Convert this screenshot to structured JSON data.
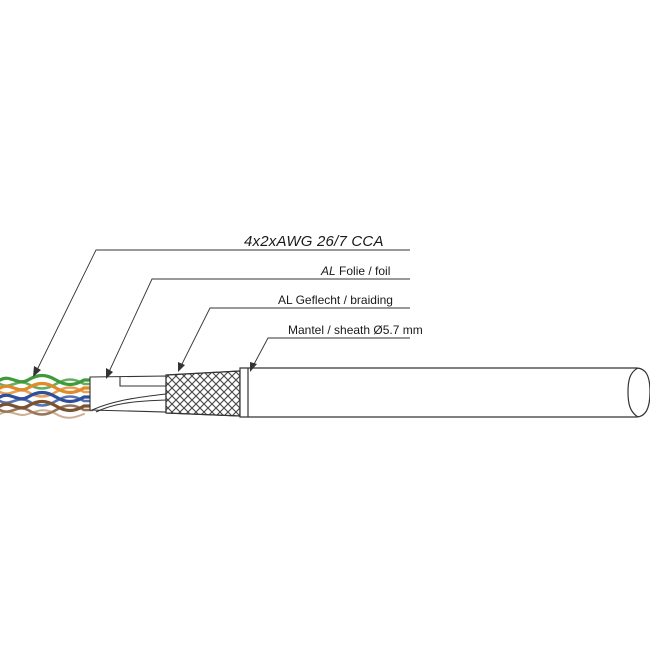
{
  "labels": {
    "cores": "4x2xAWG 26/7 CCA",
    "foil_prefix": "AL",
    "foil_rest": " Folie / foil",
    "braid": "AL Geflecht / braiding",
    "sheath": "Mantel / sheath Ø5.7 mm"
  },
  "colors": {
    "line": "#333333",
    "pair_green": "#3e9a3a",
    "pair_orange": "#e08a2a",
    "pair_blue": "#2d4f9e",
    "pair_brown": "#7a5230",
    "braid": "#444444"
  }
}
